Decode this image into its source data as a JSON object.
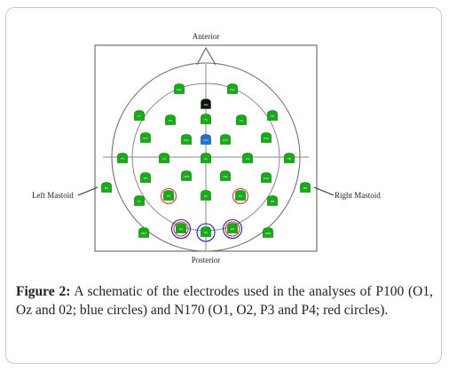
{
  "figure": {
    "labels": {
      "anterior": "Anterior",
      "posterior": "Posterior",
      "left_mastoid": "Left Mastoid",
      "right_mastoid": "Right Mastoid"
    },
    "colors": {
      "electrode": "#10b010",
      "reference": "#111111",
      "central": "#1c6fe0",
      "blue_ring": "#1a1ad0",
      "red_ring": "#d03a20"
    },
    "electrodes": [
      {
        "label": "Fp1",
        "color": "green"
      },
      {
        "label": "Fp2",
        "color": "green"
      },
      {
        "label": "Ref",
        "color": "black"
      },
      {
        "label": "F7",
        "color": "green"
      },
      {
        "label": "F3",
        "color": "green"
      },
      {
        "label": "Fz",
        "color": "green"
      },
      {
        "label": "F4",
        "color": "green"
      },
      {
        "label": "F8",
        "color": "green"
      },
      {
        "label": "FT7",
        "color": "green"
      },
      {
        "label": "FC3",
        "color": "green"
      },
      {
        "label": "FC1",
        "color": "green"
      },
      {
        "label": "FCz",
        "color": "blue"
      },
      {
        "label": "FC2",
        "color": "green"
      },
      {
        "label": "FC4",
        "color": "green"
      },
      {
        "label": "FT8",
        "color": "green"
      },
      {
        "label": "T7",
        "color": "green"
      },
      {
        "label": "C3",
        "color": "green"
      },
      {
        "label": "Cz",
        "color": "green"
      },
      {
        "label": "C4",
        "color": "green"
      },
      {
        "label": "T8",
        "color": "green"
      },
      {
        "label": "TP7",
        "color": "green"
      },
      {
        "label": "CP3",
        "color": "green"
      },
      {
        "label": "CPz",
        "color": "green"
      },
      {
        "label": "CP4",
        "color": "green"
      },
      {
        "label": "TP8",
        "color": "green"
      },
      {
        "label": "M1",
        "color": "green"
      },
      {
        "label": "P7",
        "color": "green"
      },
      {
        "label": "P3",
        "color": "green",
        "ring": "red"
      },
      {
        "label": "Pz",
        "color": "green"
      },
      {
        "label": "P4",
        "color": "green",
        "ring": "red"
      },
      {
        "label": "P8",
        "color": "green"
      },
      {
        "label": "M2",
        "color": "green"
      },
      {
        "label": "PO7",
        "color": "green"
      },
      {
        "label": "O1",
        "color": "green",
        "ring": "both"
      },
      {
        "label": "Oz",
        "color": "green",
        "ring": "blue"
      },
      {
        "label": "O2",
        "color": "green",
        "ring": "both"
      },
      {
        "label": "PO8",
        "color": "green"
      }
    ]
  },
  "caption": {
    "label": "Figure 2:",
    "text": "A schematic of the electrodes used in the analyses of P100 (O1, Oz and 02; blue circles) and N170 (O1, O2, P3 and P4; red circles)."
  }
}
